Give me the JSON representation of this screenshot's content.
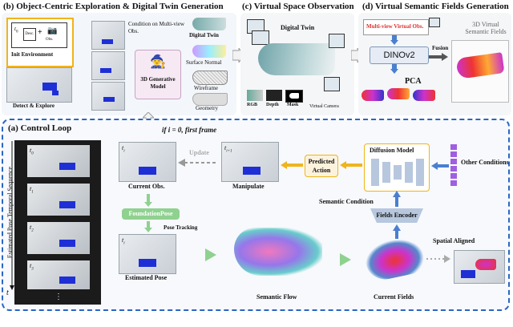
{
  "sections": {
    "b_title": "(b) Object-Centric Exploration & Digital Twin Generation",
    "c_title": "(c) Virtual Space Observation",
    "d_title": "(d) Virtual Semantic Fields Generation",
    "a_title": "(a) Control Loop"
  },
  "panel_b": {
    "t0": "t",
    "t0_sub": "0",
    "desc": "Desc.",
    "plus": "+",
    "obs": "Obs.",
    "init_env": "Init Environment",
    "detect_explore": "Detect & Explore",
    "condition": "Condition on Multi-view Obs.",
    "gen_model": "3D Generative Model",
    "digital_twin": "Digital Twin",
    "surface_normal": "Surface Normal",
    "wireframe": "Wireframe",
    "geometry": "Geometry"
  },
  "panel_c": {
    "digital_twin": "Digital Twin",
    "rgb": "RGB",
    "depth": "Depth",
    "mask": "Mask",
    "virtual_camera": "Virtual Camera"
  },
  "panel_d": {
    "multiview": "Multi-view Virtual Obs.",
    "dinov2": "DINOv2",
    "fusion": "Fusion",
    "pca": "PCA",
    "fields": "3D Virtual Semantic Fields"
  },
  "loop": {
    "temporal_seq": "Estimated Pose Temporal Sequence",
    "t_axis": "t",
    "frames": [
      "0",
      "1",
      "2",
      "3"
    ],
    "if_first": "if i = 0, first frame",
    "current_obs": "Current Obs.",
    "foundation_pose": "FoundationPose",
    "pose_tracking": "Pose Tracking",
    "estimated_pose": "Estimated Pose",
    "update": "Update",
    "manipulate": "Manipulate",
    "predicted_action": "Predicted Action",
    "diffusion_model": "Diffusion Model",
    "other_conditions": "Other Conditions",
    "semantic_condition": "Semantic Condition",
    "fields_encoder": "Fields Encoder",
    "semantic_flow": "Semantic Flow",
    "current_fields": "Current Fields",
    "spatial_aligned": "Spatial Aligned",
    "ti": "t",
    "ti_sub": "i",
    "ti1_sub": "i+1"
  },
  "colors": {
    "loop_border": "#2a66c4",
    "foundation": "#8fd18f",
    "encoder": "#b7c7de",
    "multiview_text": "#e0302f"
  }
}
